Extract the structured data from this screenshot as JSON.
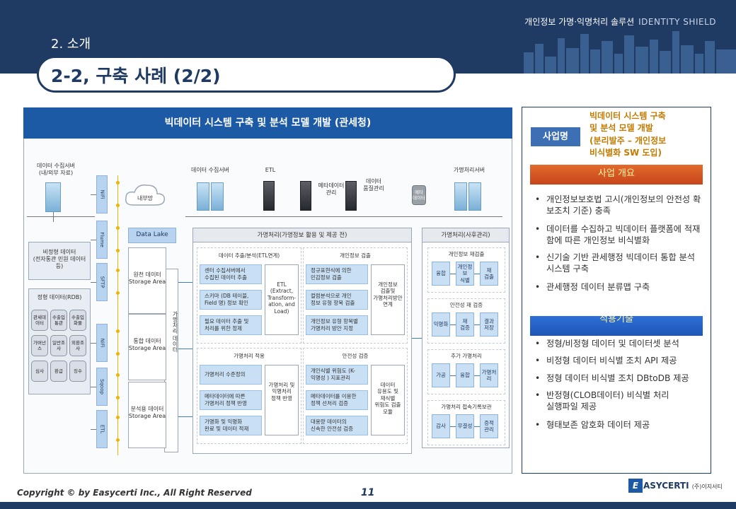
{
  "header": {
    "brand_kr": "개인정보 가명·익명처리 솔루션",
    "brand_en": "IDENTITY SHIELD",
    "section": "2. 소개",
    "title": "2-2, 구축  사례 (2/2)"
  },
  "diagram": {
    "title": "빅데이터 시스템 구축 및 분석 모델 개발 (관세청)",
    "collect_server": "데이터 수집서버\n(내/외부 자료)",
    "unstructured": "비정형 데이터\n(전자통관 민원 데이터 등)",
    "structured_title": "정형 데이터(RDB)",
    "structured_cells": [
      "관세데이터",
      "수출입통관",
      "수출입화물",
      "가버넌스",
      "일반조사",
      "외환조사",
      "심사",
      "환급",
      "징수"
    ],
    "connectors": [
      "NiFi",
      "Flume",
      "SFTP",
      "NiFi",
      "Sqoop",
      "ETL"
    ],
    "cloud": "내부망",
    "data_lake": "Data Lake",
    "storage": [
      "원천 데이터\nStorage Area",
      "통합 데이터\nStorage Area",
      "분석용 데이터\nStorage Area"
    ],
    "vertical_text": "가명처리 데이터",
    "top_servers": [
      "데이터 수집서버",
      "ETL",
      "메타데이터\n관리",
      "데이터\n품질관리",
      "가명처리서버"
    ],
    "meta_db": "메타\n데이터",
    "center_title": "가명처리(가명정보 활용 및 제공 전)",
    "extract": {
      "title": "데이터 추출/분석(ETL연계)",
      "items": [
        "센터 수집서버에서\n수집된 데이터 추출",
        "스키마 (DB 테이블,\nField 명) 정보 확인",
        "필요 데이터 추출 및\n처리를 위한 정제"
      ],
      "side": "ETL\n(Extract,\nTransform-\nation, and\nLoad)"
    },
    "check": {
      "title": "개인정보 검출",
      "items": [
        "정규표현식에 의한\n민감정보 검출",
        "컬럼분석으로 개인\n정보 유형 항목 검출",
        "개인정보 유형 항목별\n가명처리 방안 지정"
      ],
      "side": "개인정보\n검출및\n가명처리방안\n연계"
    },
    "apply": {
      "title": "가명처리 적용",
      "items": [
        "가명처리 수준정의",
        "메타데이터에 따른\n가명처리 정책 반영",
        "가명화 및 익명화\n완료 및 데이터 적재"
      ],
      "side": "가명처리 및\n익명처리\n정책 반영"
    },
    "safety": {
      "title": "안전성 검증",
      "items": [
        "개인식별 위험도 (K-\n익명성 ) 지표관리",
        "메타데이터를 이용한\n정책 선처리 검증",
        "대용량 데이터의\n신속한 안전성 검증"
      ],
      "side": "데이터\n유용도 및\n재식별\n위험도 검출\n모듈"
    },
    "post_title": "가명처리(사후관리)",
    "post_groups": [
      {
        "title": "개인정보 재검출",
        "items": [
          "융합",
          "개인정보\n식별",
          "재\n검출"
        ]
      },
      {
        "title": "안전성 재 검증",
        "items": [
          "익명화",
          "재\n검증",
          "결과\n저장"
        ]
      },
      {
        "title": "추가 가명처리",
        "items": [
          "가공",
          "융합",
          "가명처리"
        ]
      },
      {
        "title": "가명처리 접속기록보관",
        "items": [
          "감사",
          "무결성",
          "증적\n관리"
        ]
      }
    ]
  },
  "info": {
    "project_label": "사업명",
    "project_name": "빅데이터 시스템 구축\n및 분석 모델 개발\n(분리발주 – 개인정보\n비식별화 SW 도입)",
    "overview_title": "사업 개요",
    "overview": [
      "개인정보보호법 고시(개인정보의 안전성 확보조치 기준) 충족",
      "데이터를 수집하고 빅데이터 플랫폼에 적재함에 따른 개인정보 비식별화",
      "신기술 기반 관세행정 빅데이터 통합 분석 시스템 구축",
      "관세행정 데이터 분류맵 구축"
    ],
    "tech_title": "적용기술",
    "tech": [
      "정형/비정형 데이터 및 데이터셋 분석",
      "비정형 데이터 비식별 조치 API 제공",
      "정형 데이터 비식별 조치 DBtoDB 제공",
      "반정형(CLOB데이터) 비식별 처리\n실행파일 제공",
      "형태보존 암호화 데이터 제공"
    ]
  },
  "footer": {
    "copyright": "Copyright © by Easycerti Inc., All Right Reserved",
    "page": "11",
    "logo_mark": "E",
    "logo_text": "ASYCERTI",
    "logo_kr": "(주)이지서티"
  }
}
